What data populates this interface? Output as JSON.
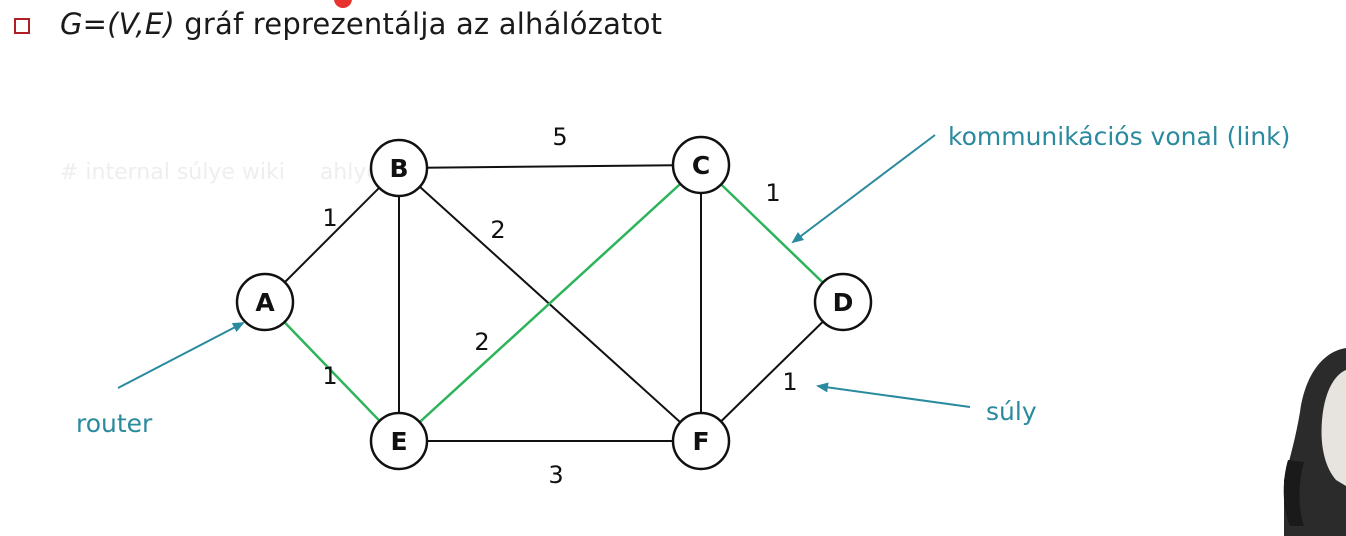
{
  "header": {
    "bullet_italic": "G=(V,E)",
    "bullet_rest": " gráf reprezentálja az alhálózatot"
  },
  "ghost_text": "# internal súlye wiki     ahlye wiki",
  "graph": {
    "nodes": [
      "A",
      "B",
      "C",
      "D",
      "E",
      "F"
    ],
    "edges": [
      {
        "from": "A",
        "to": "B",
        "weight": "1",
        "highlighted": false
      },
      {
        "from": "A",
        "to": "E",
        "weight": "1",
        "highlighted": true
      },
      {
        "from": "B",
        "to": "C",
        "weight": "5",
        "highlighted": false
      },
      {
        "from": "B",
        "to": "E",
        "weight": "",
        "highlighted": false
      },
      {
        "from": "B",
        "to": "F",
        "weight": "2",
        "highlighted": false
      },
      {
        "from": "C",
        "to": "E",
        "weight": "2",
        "highlighted": true
      },
      {
        "from": "C",
        "to": "D",
        "weight": "1",
        "highlighted": true
      },
      {
        "from": "C",
        "to": "F",
        "weight": "",
        "highlighted": false
      },
      {
        "from": "D",
        "to": "F",
        "weight": "1",
        "highlighted": false
      },
      {
        "from": "E",
        "to": "F",
        "weight": "3",
        "highlighted": false
      }
    ]
  },
  "annotations": {
    "link_label": "kommunikációs vonal (link)",
    "router_label": "router",
    "weight_label": "súly"
  },
  "colors": {
    "highlight_edge": "#2db35a",
    "annotation": "#2a8a9e",
    "edge": "#111111",
    "bullet": "#b01e28"
  }
}
